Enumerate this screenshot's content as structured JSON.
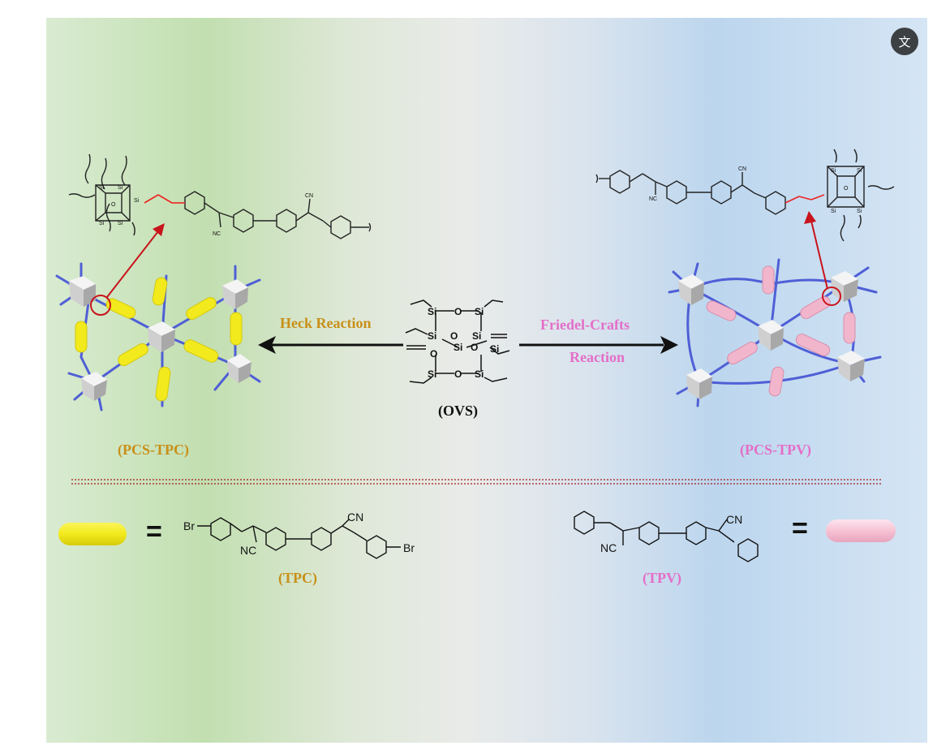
{
  "ui": {
    "translate_icon_glyph": "文"
  },
  "labels": {
    "left_product": "(PCS-TPC)",
    "right_product": "(PCS-TPV)",
    "center_monomer": "(OVS)",
    "heck": "Heck Reaction",
    "friedel_line1": "Friedel-Crafts",
    "friedel_line2": "Reaction",
    "tpc": "(TPC)",
    "tpv": "(TPV)",
    "equals": "="
  },
  "atoms": {
    "si": "Si",
    "o": "O",
    "cn": "CN",
    "nc": "NC",
    "br": "Br"
  },
  "colors": {
    "gold": "#c89019",
    "pink": "#e46ec8",
    "yellow_rod": "#f2ea1c",
    "pink_rod": "#f2b6cc",
    "network_line": "#4f5fd6",
    "arrow_red": "#c8141c",
    "divider": "#a11a1a"
  }
}
